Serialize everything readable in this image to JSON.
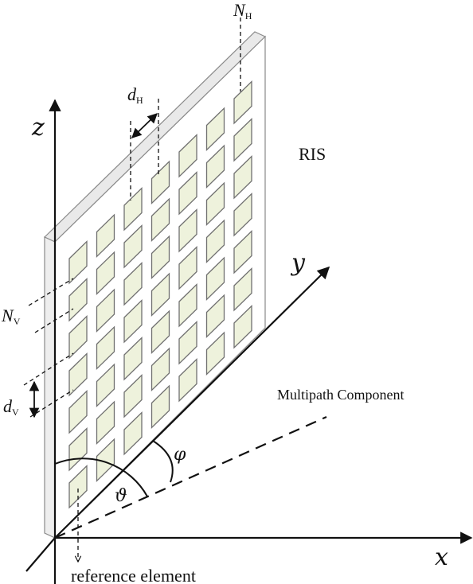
{
  "labels": {
    "ris": "RIS",
    "multipath": "Multipath Component",
    "reference": "reference element",
    "axis_x": "x",
    "axis_y": "y",
    "axis_z": "z",
    "phi": "φ",
    "theta": "ϑ",
    "n_h_main": "N",
    "n_h_sub": "H",
    "n_v_main": "N",
    "n_v_sub": "V",
    "d_h_main": "d",
    "d_h_sub": "H",
    "d_v_main": "d",
    "d_v_sub": "V"
  },
  "grid": {
    "columns": 7,
    "rows": 7
  },
  "colors": {
    "element_fill": "#eef2dc",
    "element_stroke": "#707070",
    "panel_stroke": "#8a8a8a",
    "line": "#111111"
  }
}
